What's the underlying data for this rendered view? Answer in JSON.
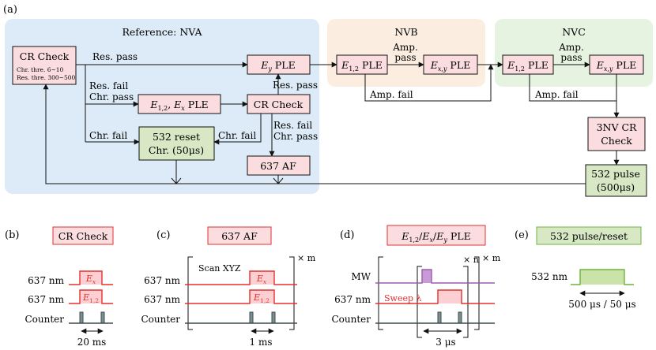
{
  "panel_a": {
    "label": "(a)",
    "regions": {
      "nva": {
        "title": "Reference: NVA",
        "color": "#dcebf7"
      },
      "nvb": {
        "title": "NVB",
        "color": "#fbeee1"
      },
      "nvc": {
        "title": "NVC",
        "color": "#e7f3e1"
      }
    },
    "boxes": {
      "cr_check_main": {
        "title": "CR Check",
        "line1": "Chr. thre. 6~10",
        "line2": "Res. thre. 300~500"
      },
      "ey_ple": {
        "base": "E",
        "sub": "y",
        "rest": " PLE"
      },
      "e12_ex_ple": {
        "base": "E",
        "sub": "1,2",
        "mid": ", ",
        "base2": "E",
        "sub2": "x",
        "rest": " PLE"
      },
      "cr_check_2": {
        "title": "CR Check"
      },
      "reset_532": {
        "line1": "532 reset",
        "line2": "Chr. (50μs)"
      },
      "af_637": {
        "title": "637 AF"
      },
      "nvb_e12_ple": {
        "base": "E",
        "sub": "1,2",
        "rest": " PLE"
      },
      "nvb_exy_ple": {
        "base": "E",
        "sub": "x,y",
        "rest": " PLE"
      },
      "nvc_e12_ple": {
        "base": "E",
        "sub": "1,2",
        "rest": " PLE"
      },
      "nvc_exy_ple": {
        "base": "E",
        "sub": "x,y",
        "rest": " PLE"
      },
      "cr_3nv": {
        "line1": "3NV CR",
        "line2": "Check"
      },
      "pulse_532": {
        "line1": "532 pulse",
        "line2": "(500μs)"
      }
    },
    "arrow_labels": {
      "res_pass_top": "Res. pass",
      "res_fail": "Res. fail",
      "chr_pass": "Chr. pass",
      "res_pass_right": "Res. pass",
      "chr_fail_left": "Chr. fail",
      "chr_fail_right": "Chr. fail",
      "res_fail_2": "Res. fail",
      "chr_pass_2": "Chr. pass",
      "amp_pass_nvb_1": "Amp.",
      "amp_pass_nvb_2": "pass",
      "amp_fail_nvb": "Amp. fail",
      "amp_pass_nvc_1": "Amp.",
      "amp_pass_nvc_2": "pass",
      "amp_fail_nvc": "Amp. fail"
    }
  },
  "panel_b": {
    "label": "(b)",
    "title": "CR Check",
    "rows": [
      "637 nm",
      "637 nm",
      "Counter"
    ],
    "pulse1": "E",
    "pulse1_sub": "x",
    "pulse2": "E",
    "pulse2_sub": "1,2",
    "duration": "20 ms"
  },
  "panel_c": {
    "label": "(c)",
    "title": "637 AF",
    "scan": "Scan XYZ",
    "repeat": "× m",
    "rows": [
      "637 nm",
      "637 nm",
      "Counter"
    ],
    "pulse1": "E",
    "pulse1_sub": "x",
    "pulse2": "E",
    "pulse2_sub": "1,2",
    "duration": "1 ms"
  },
  "panel_d": {
    "label": "(d)",
    "title_parts": [
      "E",
      "1,2",
      "/",
      "E",
      "x",
      "/",
      "E",
      "y",
      " PLE"
    ],
    "repeat_inner": "× n",
    "repeat_outer": "× m",
    "rows": [
      "MW",
      "637 nm",
      "Counter"
    ],
    "sweep": "Sweep λ",
    "duration": "3 μs"
  },
  "panel_e": {
    "label": "(e)",
    "title": "532 pulse/reset",
    "row": "532 nm",
    "duration": "500 μs / 50 μs"
  },
  "colors": {
    "pink_box": "#fbdde0",
    "green_box": "#d8e8c4",
    "red_line": "#e3302f",
    "pink_pulse": "#fcd0d2",
    "purple": "#9a5cb0",
    "purple_fill": "#c99bd6",
    "green_line": "#6fb33f",
    "green_fill": "#c9e3a8",
    "dark": "#3b4b4f"
  }
}
